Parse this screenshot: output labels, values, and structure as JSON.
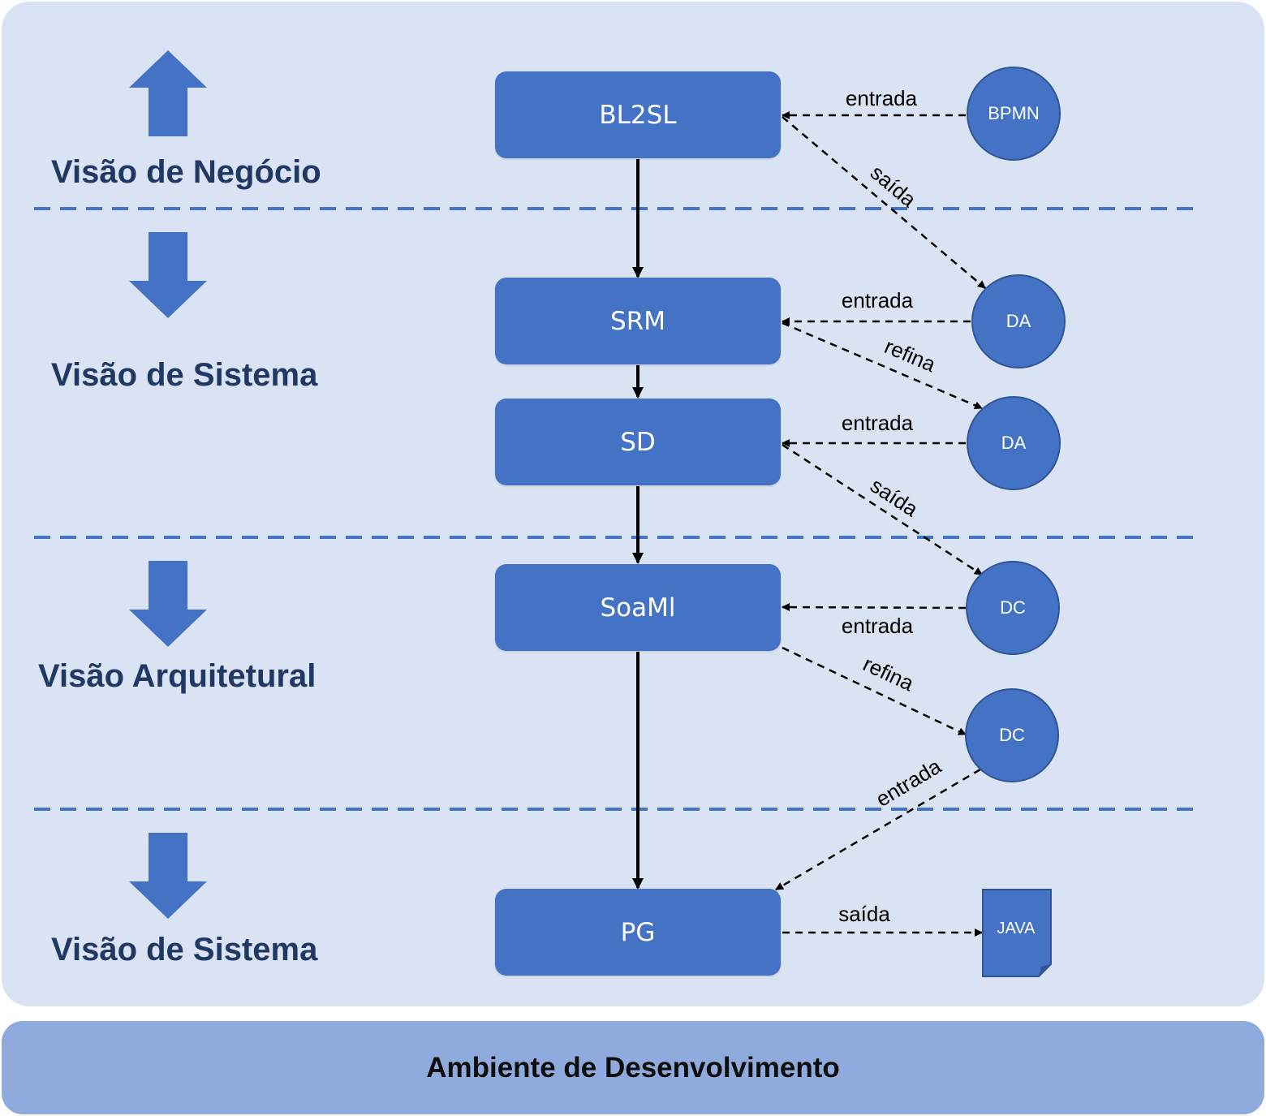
{
  "layers": [
    {
      "label": "Visão de Negócio",
      "arrow": "up"
    },
    {
      "label": "Visão de Sistema",
      "arrow": "down"
    },
    {
      "label": "Visão Arquitetural",
      "arrow": "down"
    },
    {
      "label": "Visão de Sistema",
      "arrow": "down"
    }
  ],
  "processes": {
    "bl2sl": "BL2SL",
    "srm": "SRM",
    "sd": "SD",
    "soaml": "SoaMl",
    "pg": "PG"
  },
  "artifacts": {
    "bpmn": "BPMN",
    "da1": "DA",
    "da2": "DA",
    "dc1": "DC",
    "dc2": "DC",
    "java": "JAVA"
  },
  "edge_labels": {
    "bpmn_entrada": "entrada",
    "bl2sl_saida": "saída",
    "da1_entrada": "entrada",
    "srm_refina": "refina",
    "da2_entrada": "entrada",
    "sd_saida": "saída",
    "dc1_entrada": "entrada",
    "soaml_refina": "refina",
    "dc2_entrada": "entrada",
    "pg_saida": "saída"
  },
  "footer": {
    "label": "Ambiente de Desenvolvimento"
  },
  "colors": {
    "panel": "#dae3f3",
    "footer": "#8faadc",
    "node": "#4472c4",
    "separator": "#4472c4",
    "layer_text": "#203864"
  }
}
